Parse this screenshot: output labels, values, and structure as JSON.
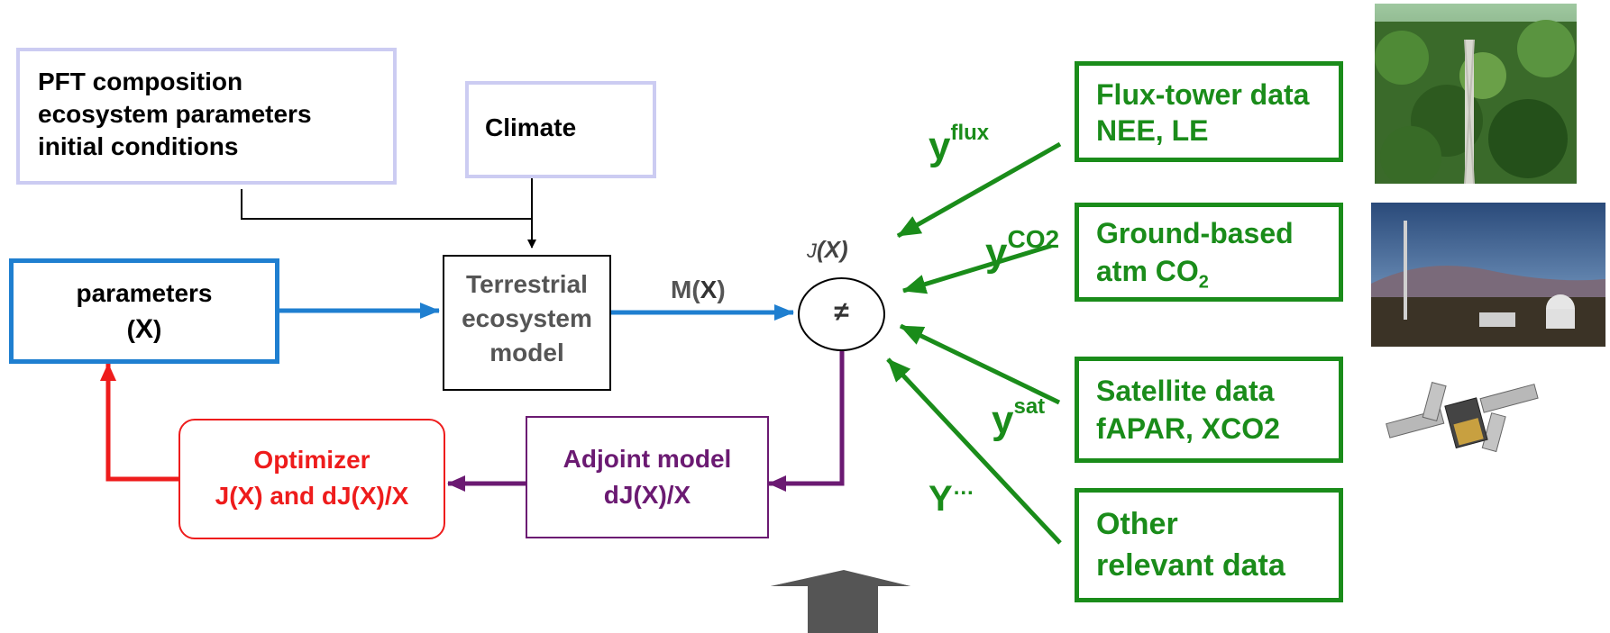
{
  "inputs": {
    "pft_lines": [
      "PFT composition",
      "ecosystem parameters",
      "initial conditions"
    ],
    "climate": "Climate"
  },
  "params": {
    "line1": "parameters",
    "open": "(",
    "var": "X",
    "close": ")"
  },
  "model": {
    "lines": [
      "Terrestrial",
      "ecosystem",
      "model"
    ]
  },
  "model_output": {
    "prefix": "M(",
    "var": "X",
    "suffix": ")"
  },
  "cost": {
    "label_j": "J",
    "label_open": "(",
    "label_var": "X",
    "label_close": ")",
    "symbol": "≠"
  },
  "optimizer": {
    "line1": "Optimizer",
    "line2": "J(X) and dJ(X)/X"
  },
  "adjoint": {
    "line1": "Adjoint model",
    "line2": "dJ(X)/X"
  },
  "observations": {
    "flux": {
      "lines": [
        "Flux-tower data",
        "NEE, LE"
      ],
      "symbol": "y",
      "sup": "flux"
    },
    "co2": {
      "line1": "Ground-based",
      "line2_prefix": "atm CO",
      "line2_sub": "2",
      "symbol": "y",
      "sup": "CO2"
    },
    "sat": {
      "lines": [
        "Satellite data",
        "fAPAR, XCO2"
      ],
      "symbol": "y",
      "sup": "sat"
    },
    "other": {
      "lines": [
        "Other",
        "relevant data"
      ],
      "symbol": "Y",
      "sup": "…"
    }
  },
  "colors": {
    "input_border": "#ccccf2",
    "params": "#1f7fd0",
    "optimizer": "#ee1c1c",
    "adjoint": "#6b1a72",
    "obs": "#1a8c1a",
    "model_text": "#555555",
    "big_arrow": "#555555"
  }
}
